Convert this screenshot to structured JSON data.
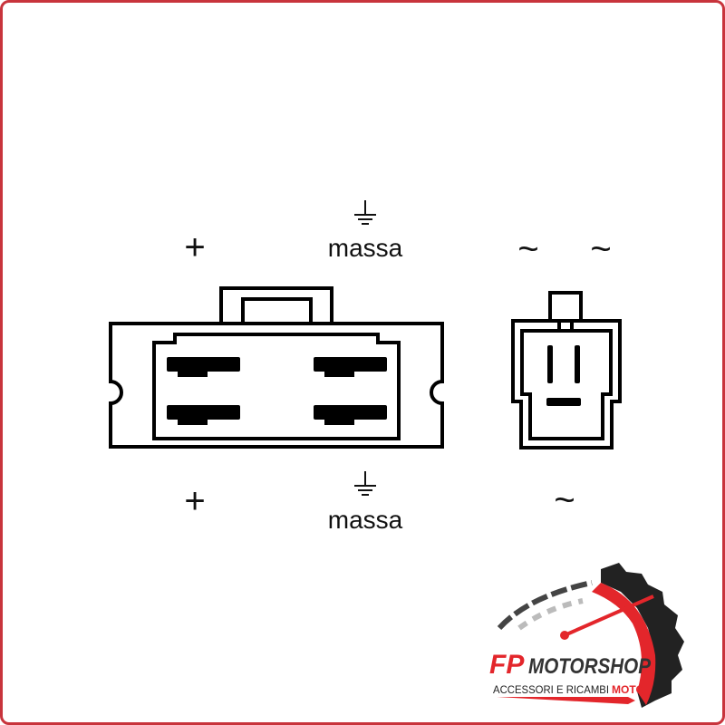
{
  "diagram": {
    "top_labels": {
      "plus": "+",
      "ground": "massa",
      "ac_left": "~",
      "ac_right": "~"
    },
    "bottom_labels": {
      "plus": "+",
      "ground": "massa",
      "ac": "~"
    }
  },
  "logo": {
    "brand_fp": "FP",
    "brand_name": "MOTORSHOP",
    "tagline": "ACCESSORI E RICAMBI",
    "tagline_accent": "MOTO",
    "colors": {
      "red": "#e3262b",
      "dark": "#222222",
      "border": "#c8343c"
    }
  }
}
